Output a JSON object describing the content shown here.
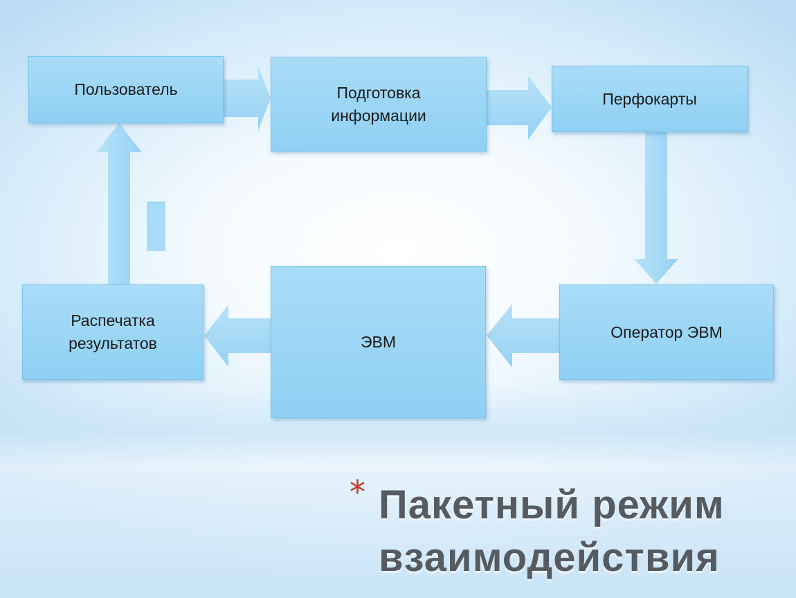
{
  "diagram": {
    "nodes": [
      {
        "id": "user",
        "label": "Пользователь"
      },
      {
        "id": "prep",
        "label": "Подготовка\nинформации"
      },
      {
        "id": "cards",
        "label": "Перфокарты"
      },
      {
        "id": "operator",
        "label": "Оператор ЭВМ"
      },
      {
        "id": "computer",
        "label": "ЭВМ"
      },
      {
        "id": "printout",
        "label": "Распечатка\nрезультатов"
      }
    ],
    "edges": [
      {
        "from": "user",
        "to": "prep"
      },
      {
        "from": "prep",
        "to": "cards"
      },
      {
        "from": "cards",
        "to": "operator"
      },
      {
        "from": "operator",
        "to": "computer"
      },
      {
        "from": "computer",
        "to": "printout"
      },
      {
        "from": "printout",
        "to": "user"
      }
    ]
  },
  "slide": {
    "bullet": "*",
    "title": "Пакетный режим взаимодействия"
  },
  "colors": {
    "box": "#9fd7f5",
    "box_border": "#7cc4ec",
    "arrow": "#a8dbf6",
    "title": "#555b60",
    "bullet": "#c0392b"
  }
}
